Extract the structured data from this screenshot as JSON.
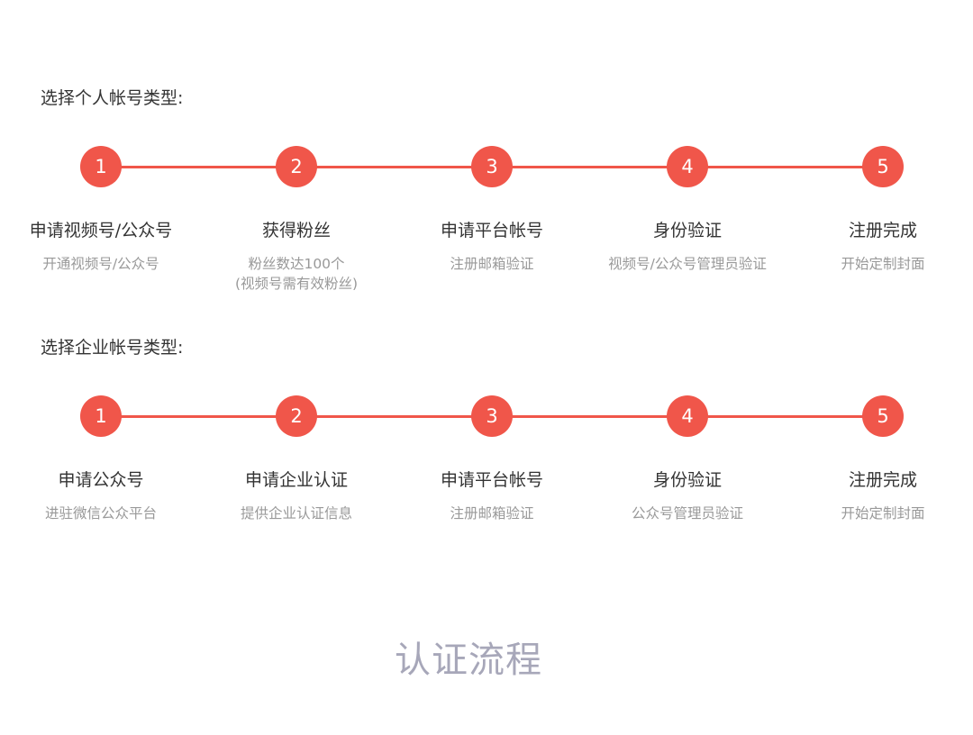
{
  "accent_color": "#f0564a",
  "personal": {
    "title": "选择个人帐号类型:",
    "steps": [
      {
        "num": "1",
        "label": "申请视频号/公众号",
        "desc": "开通视频号/公众号",
        "desc2": ""
      },
      {
        "num": "2",
        "label": "获得粉丝",
        "desc": "粉丝数达100个",
        "desc2": "(视频号需有效粉丝)"
      },
      {
        "num": "3",
        "label": "申请平台帐号",
        "desc": "注册邮箱验证",
        "desc2": ""
      },
      {
        "num": "4",
        "label": "身份验证",
        "desc": "视频号/公众号管理员验证",
        "desc2": ""
      },
      {
        "num": "5",
        "label": "注册完成",
        "desc": "开始定制封面",
        "desc2": ""
      }
    ]
  },
  "enterprise": {
    "title": "选择企业帐号类型:",
    "steps": [
      {
        "num": "1",
        "label": "申请公众号",
        "desc": "进驻微信公众平台"
      },
      {
        "num": "2",
        "label": "申请企业认证",
        "desc": "提供企业认证信息"
      },
      {
        "num": "3",
        "label": "申请平台帐号",
        "desc": "注册邮箱验证"
      },
      {
        "num": "4",
        "label": "身份验证",
        "desc": "公众号管理员验证"
      },
      {
        "num": "5",
        "label": "注册完成",
        "desc": "开始定制封面"
      }
    ]
  },
  "caption": "认证流程"
}
